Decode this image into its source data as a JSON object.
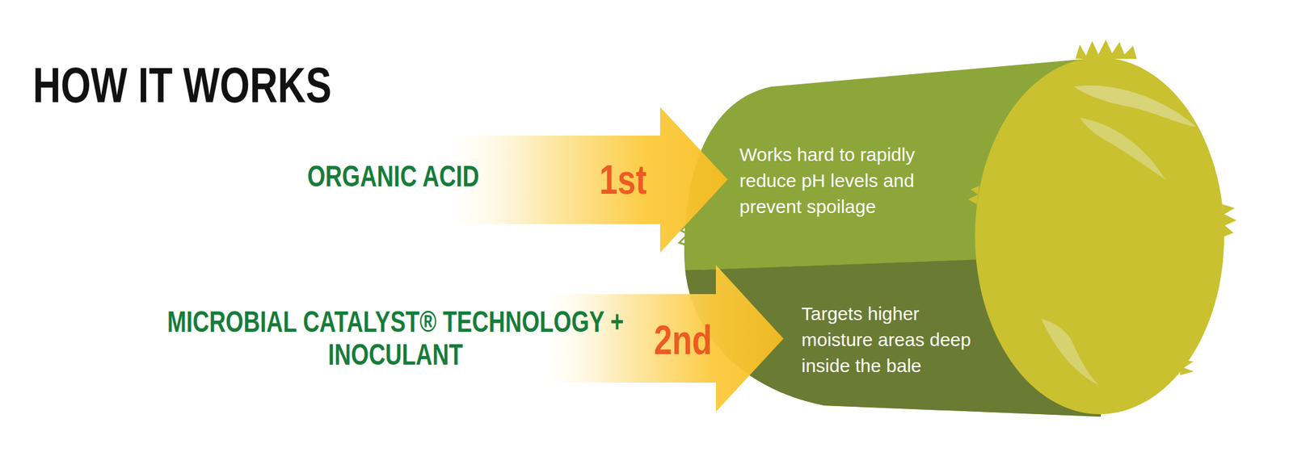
{
  "diagram": {
    "title": "HOW IT WORKS",
    "nodes": [
      {
        "text": [
          "ORGANIC ACID",
          "1st"
        ]
      },
      {
        "text": [
          "Works hard to rapidly reduce pH levels and prevent spoilage"
        ]
      },
      {
        "text": [
          "MICROBIAL CATALYST® TECHNOLOGY + INOCULANT",
          "2nd"
        ]
      },
      {
        "text": [
          "Targets higher moisture areas deep inside the bale"
        ]
      }
    ]
  }
}
